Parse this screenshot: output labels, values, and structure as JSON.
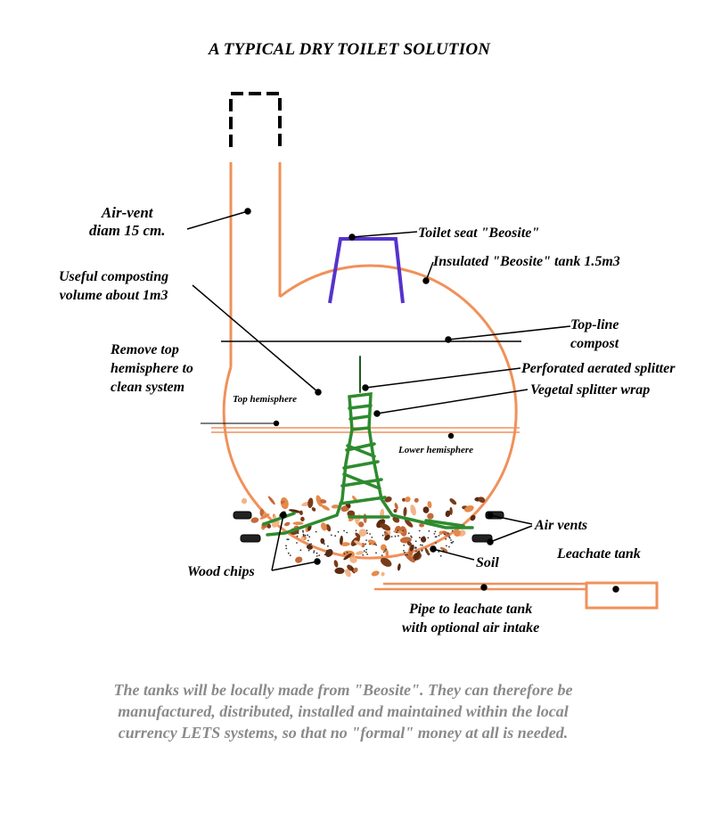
{
  "title": "A TYPICAL DRY TOILET SOLUTION",
  "labels": {
    "air_vent": "Air-vent\ndiam 15 cm.",
    "toilet_seat": "Toilet seat \"Beosite\"",
    "insulated_tank": "Insulated \"Beosite\" tank 1.5m3",
    "useful_volume": "Useful composting\nvolume about 1m3",
    "top_line_compost": "Top-line\ncompost",
    "remove_top": "Remove top\nhemisphere to\nclean system",
    "perforated_splitter": "Perforated aerated splitter",
    "vegetal_wrap": "Vegetal splitter wrap",
    "top_hemisphere": "Top hemisphere",
    "lower_hemisphere": "Lower hemisphere",
    "air_vents": "Air vents",
    "leachate_tank": "Leachate tank",
    "soil": "Soil",
    "wood_chips": "Wood chips",
    "pipe": "Pipe to leachate tank\nwith optional air intake"
  },
  "note": "The tanks will be locally made from \"Beosite\". They can therefore be manufactured, distributed, installed and maintained within the local currency LETS systems, so that no \"formal\" money at all is needed.",
  "colors": {
    "tank": "#f0915a",
    "seat": "#5533cc",
    "splitter": "#2e8b2e",
    "note_text": "#8a8a8a",
    "chips_brown": "#7a3b1a",
    "chips_orange": "#e58a4a"
  }
}
